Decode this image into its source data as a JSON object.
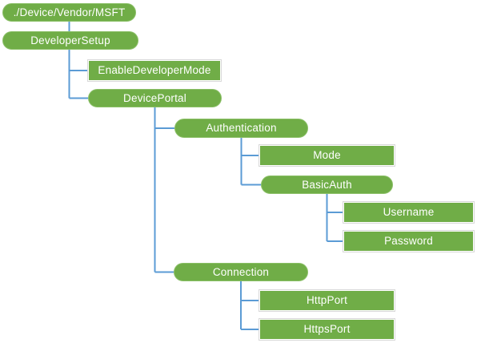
{
  "diagram_type": "tree",
  "nodes": {
    "msft": {
      "label": "./Device/Vendor/MSFT",
      "shape": "pill",
      "parent": null
    },
    "devsetup": {
      "label": "DeveloperSetup",
      "shape": "pill",
      "parent": "msft"
    },
    "enabledevmode": {
      "label": "EnableDeveloperMode",
      "shape": "rect",
      "parent": "devsetup"
    },
    "deviceportal": {
      "label": "DevicePortal",
      "shape": "pill",
      "parent": "devsetup"
    },
    "auth": {
      "label": "Authentication",
      "shape": "pill",
      "parent": "deviceportal"
    },
    "mode": {
      "label": "Mode",
      "shape": "rect",
      "parent": "auth"
    },
    "basicauth": {
      "label": "BasicAuth",
      "shape": "pill",
      "parent": "auth"
    },
    "username": {
      "label": "Username",
      "shape": "rect",
      "parent": "basicauth"
    },
    "password": {
      "label": "Password",
      "shape": "rect",
      "parent": "basicauth"
    },
    "connection": {
      "label": "Connection",
      "shape": "pill",
      "parent": "deviceportal"
    },
    "httpport": {
      "label": "HttpPort",
      "shape": "rect",
      "parent": "connection"
    },
    "httpsport": {
      "label": "HttpsPort",
      "shape": "rect",
      "parent": "connection"
    }
  },
  "colors": {
    "node_fill": "#70AD47",
    "node_text": "#FFFFFF",
    "pill_border": "#8ABF66",
    "rect_border": "#D8D8D8",
    "connector": "#5B9BD5",
    "background": "#FFFFFF"
  }
}
